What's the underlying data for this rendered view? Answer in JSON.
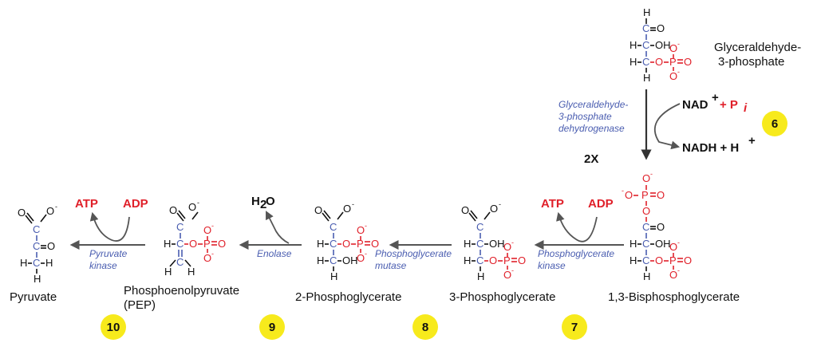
{
  "molecules": {
    "g3p": "Glyceraldehyde-3-phosphate",
    "bpg": "1,3-Bisphosphoglycerate",
    "pg3": "3-Phosphoglycerate",
    "pg2": "2-Phosphoglycerate",
    "pep1": "Phosphoenolpyruvate",
    "pep2": "(PEP)",
    "pyruvate": "Pyruvate"
  },
  "enzymes": {
    "gapdh1": "Glyceraldehyde-",
    "gapdh2": "3-phosphate",
    "gapdh3": "dehydrogenase",
    "pgk1": "Phosphoglycerate",
    "pgk2": "kinase",
    "pgm1": "Phosphoglycerate",
    "pgm2": "mutase",
    "enolase": "Enolase",
    "pk1": "Pyruvate",
    "pk2": "kinase"
  },
  "cofactors": {
    "nad": "NAD",
    "pi_plus": "+ P",
    "pi_sub": "i",
    "nadh": "NADH + H",
    "plus": "+",
    "atp": "ATP",
    "adp": "ADP",
    "h2o_h": "H",
    "h2o_2": "2",
    "h2o_o": "O",
    "multiplier": "2X"
  },
  "steps": [
    "6",
    "7",
    "8",
    "9",
    "10"
  ],
  "colors": {
    "carbon": "#4a5db0",
    "phosphate": "#e0202a",
    "badge": "#f7ea1c",
    "arrow": "#555555"
  }
}
